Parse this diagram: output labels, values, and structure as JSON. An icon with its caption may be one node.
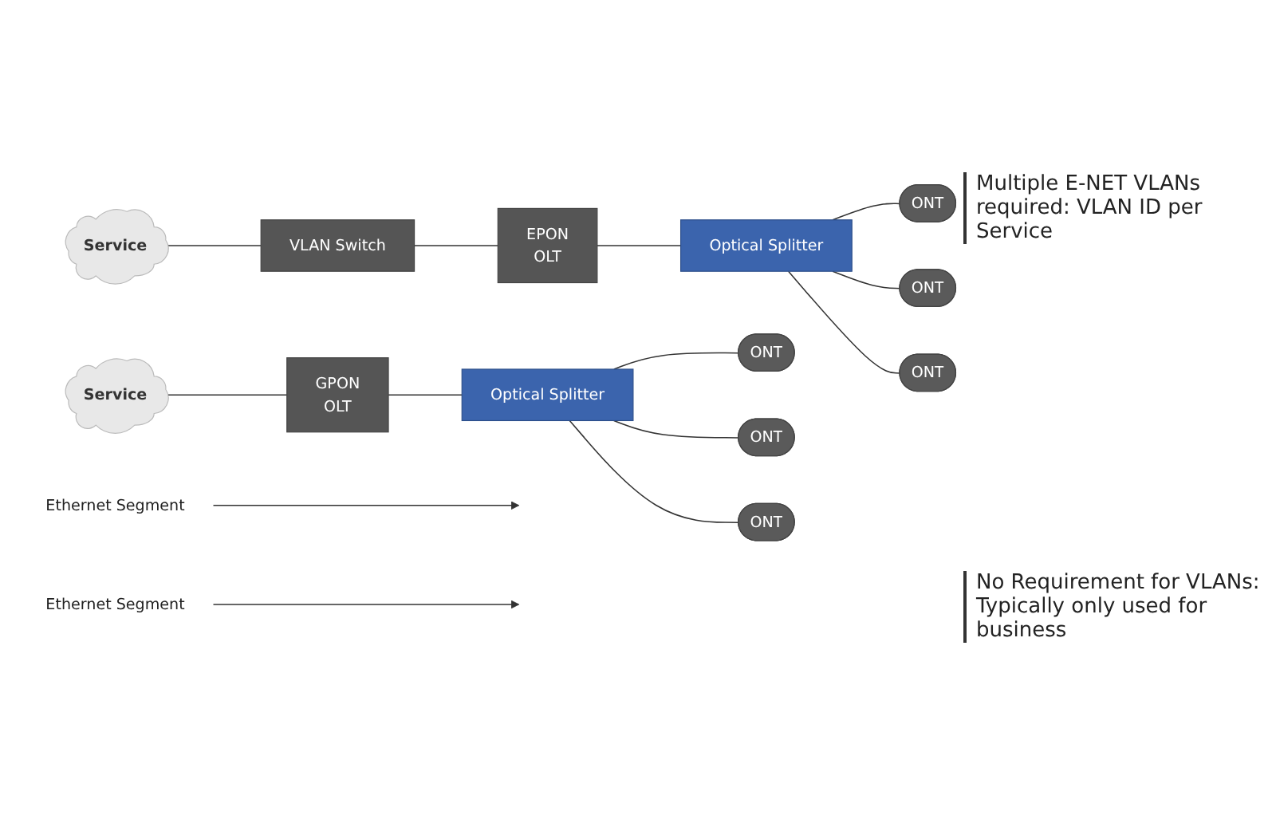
{
  "diagram": {
    "nodes": [
      {
        "text": [
          "Ethernet Segment"
        ]
      },
      {
        "text": [
          "Service"
        ]
      },
      {
        "text": [
          "VLAN Switch"
        ]
      },
      {
        "text": [
          "EPON",
          "OLT"
        ]
      },
      {
        "text": [
          "Optical Splitter"
        ]
      },
      {
        "text": [
          "ONT"
        ]
      },
      {
        "text": [
          "ONT"
        ]
      },
      {
        "text": [
          "ONT"
        ]
      },
      {
        "text": [
          "Ethernet Segment"
        ]
      },
      {
        "text": [
          "Service"
        ]
      },
      {
        "text": [
          "GPON",
          "OLT"
        ]
      },
      {
        "text": [
          "Optical Splitter"
        ]
      },
      {
        "text": [
          "ONT"
        ]
      },
      {
        "text": [
          "ONT"
        ]
      },
      {
        "text": [
          "ONT"
        ]
      }
    ],
    "edges": [
      {
        "from": 0,
        "to": null,
        "arrow": "to"
      },
      {
        "from": 1,
        "to": 2,
        "arrow": "none"
      },
      {
        "from": 2,
        "to": 3,
        "arrow": "none"
      },
      {
        "from": 3,
        "to": 4,
        "arrow": "none"
      },
      {
        "from": 4,
        "to": 5,
        "arrow": "none"
      },
      {
        "from": 4,
        "to": 6,
        "arrow": "none"
      },
      {
        "from": 4,
        "to": 7,
        "arrow": "none"
      },
      {
        "from": 8,
        "to": null,
        "arrow": "to"
      },
      {
        "from": 9,
        "to": 10,
        "arrow": "none"
      },
      {
        "from": 10,
        "to": 11,
        "arrow": "none"
      },
      {
        "from": 11,
        "to": 12,
        "arrow": "none"
      },
      {
        "from": 11,
        "to": 13,
        "arrow": "none"
      },
      {
        "from": 11,
        "to": 14,
        "arrow": "none"
      }
    ],
    "labels": [
      "Multiple E-NET VLANs required: VLAN ID per Service",
      "No Requirement for VLANs: Typically only used for business"
    ]
  }
}
